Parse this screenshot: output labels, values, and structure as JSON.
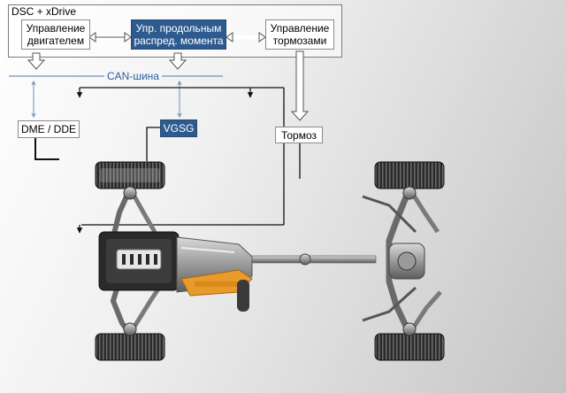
{
  "frame": {
    "title": "DSC + xDrive"
  },
  "nodes": {
    "engine_control": {
      "line1": "Управление",
      "line2": "двигателем"
    },
    "torque_distribution": {
      "line1": "Упр. продольным",
      "line2": "распред. момента"
    },
    "brake_control": {
      "line1": "Управление",
      "line2": "тормозами"
    },
    "dme_dde": {
      "label": "DME / DDE"
    },
    "vgsg": {
      "label": "VGSG"
    },
    "brake": {
      "label": "Тормоз"
    }
  },
  "bus": {
    "label": "CAN-шина"
  },
  "colors": {
    "accent_blue": "#2e5b8f",
    "bus_line": "#6f8fb8",
    "line": "#111111"
  }
}
